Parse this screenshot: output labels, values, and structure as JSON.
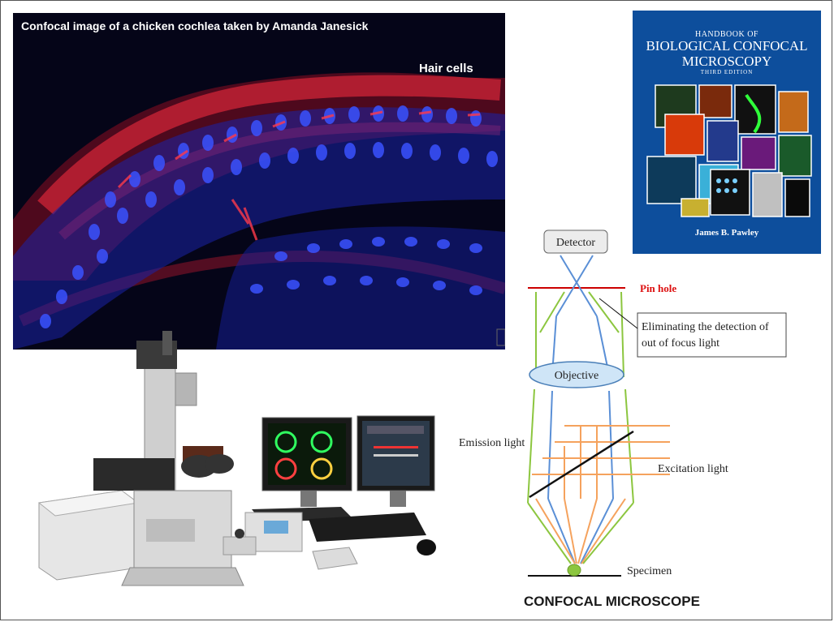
{
  "cochlea_panel": {
    "caption": "Confocal image of a chicken cochlea taken by Amanda Janesick",
    "hair_cells_label": "Hair cells"
  },
  "book_cover": {
    "line1": "HANDBOOK OF",
    "line2": "BIOLOGICAL CONFOCAL",
    "line3": "MICROSCOPY",
    "edition": "THIRD EDITION",
    "author": "James B. Pawley"
  },
  "diagram": {
    "detector": "Detector",
    "pinhole": "Pin hole",
    "eliminating_line1": "Eliminating the detection of",
    "eliminating_line2": "out of focus light",
    "objective": "Objective",
    "emission": "Emission light",
    "excitation": "Excitation light",
    "specimen": "Specimen",
    "title": "CONFOCAL MICROSCOPE"
  },
  "colors": {
    "nuclei_blue": "#2a3cff",
    "hair_cell_red": "#ff2a3a",
    "book_blue": "#0d4e9c",
    "pinhole_red": "#d11",
    "emission_green": "#8cc63f",
    "laser_orange": "#f5a25d",
    "return_blue": "#5a8fd6",
    "objective_fill": "#cfe5f7"
  }
}
